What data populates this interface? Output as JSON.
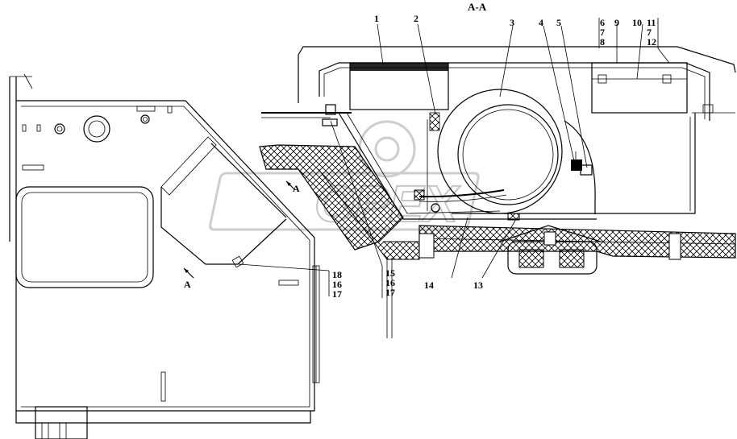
{
  "section_title": "A-A",
  "section_mark": "A",
  "callouts": {
    "c1": "1",
    "c2": "2",
    "c3": "3",
    "c4": "4",
    "c5": "5",
    "c6": "6",
    "c7a": "7",
    "c8": "8",
    "c9": "9",
    "c10": "10",
    "c11": "11",
    "c7b": "7",
    "c12": "12",
    "c13": "13",
    "c14": "14",
    "c15": "15",
    "c16a": "16",
    "c17a": "17",
    "c18": "18",
    "c16b": "16",
    "c17b": "17"
  },
  "watermark": "OPEX"
}
